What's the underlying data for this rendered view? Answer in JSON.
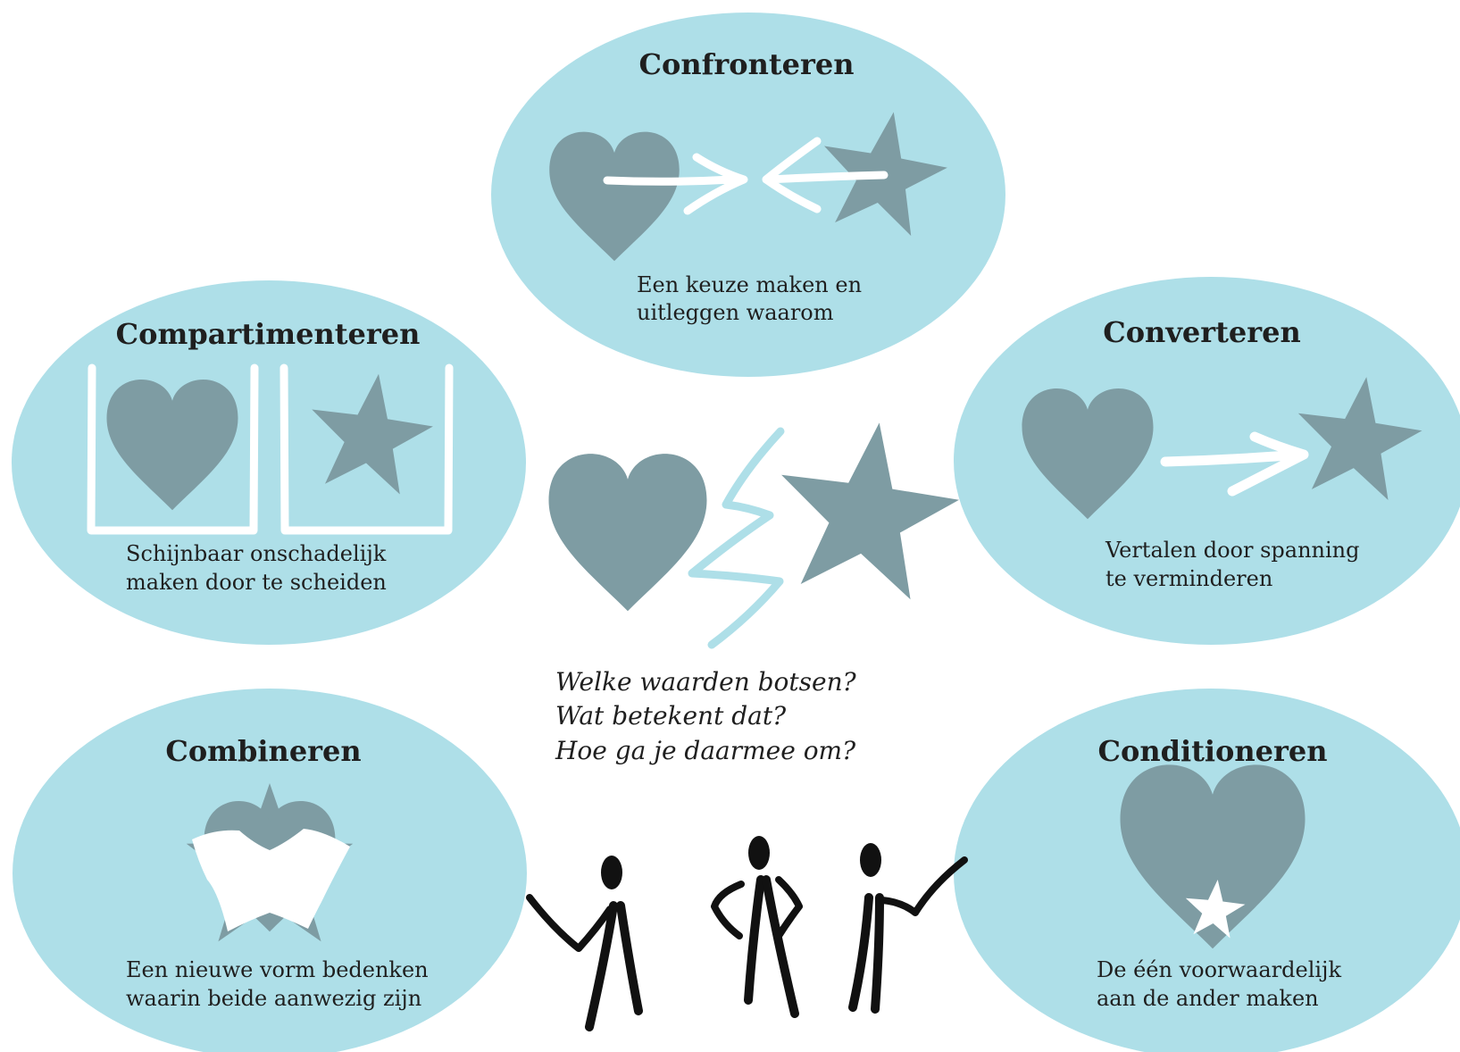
{
  "colors": {
    "ellipse": "#aedfe8",
    "shape": "#7e9ca3",
    "figure": "#111111",
    "arrow": "#ffffff",
    "lightning": "#aedfe8"
  },
  "strategies": {
    "confronteren": {
      "title": "Confronteren",
      "description": [
        "Een keuze maken en",
        "uitleggen waarom"
      ],
      "icon": "heart-star-facing-arrows"
    },
    "compartimenteren": {
      "title": "Compartimenteren",
      "description": [
        "Schijnbaar onschadelijk",
        "maken door te scheiden"
      ],
      "icon": "heart-star-in-compartments"
    },
    "converteren": {
      "title": "Converteren",
      "description": [
        "Vertalen door spanning",
        "te verminderen"
      ],
      "icon": "heart-arrow-star"
    },
    "combineren": {
      "title": "Combineren",
      "description": [
        "Een nieuwe vorm bedenken",
        "waarin beide aanwezig zijn"
      ],
      "icon": "heart-star-merged"
    },
    "conditioneren": {
      "title": "Conditioneren",
      "description": [
        "De één voorwaardelijk",
        "aan de ander maken"
      ],
      "icon": "star-inside-heart"
    }
  },
  "center": {
    "icon": "heart-lightning-star",
    "questions": [
      "Welke waarden botsen?",
      "Wat betekent dat?",
      "Hoe ga je daarmee om?"
    ]
  },
  "people": {
    "icon": "three-stick-figures-discussing"
  }
}
